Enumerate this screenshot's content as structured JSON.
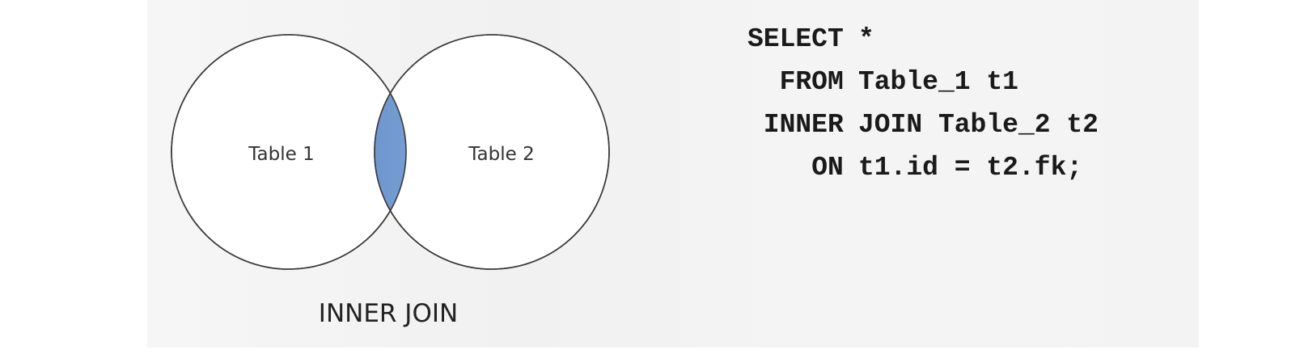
{
  "diagram": {
    "circle_left_label": "Table 1",
    "circle_right_label": "Table 2",
    "caption": "INNER JOIN",
    "intersection_color": "#7ea3d6",
    "outline_color": "#3a3a3a",
    "circle_fill": "#ffffff"
  },
  "sql": {
    "lines": [
      {
        "keyword": "SELECT",
        "rest": "*"
      },
      {
        "keyword": "FROM",
        "rest": "Table_1 t1"
      },
      {
        "keyword": "INNER",
        "rest": "JOIN Table_2 t2"
      },
      {
        "keyword": "ON",
        "rest": "t1.id = t2.fk;"
      }
    ]
  }
}
